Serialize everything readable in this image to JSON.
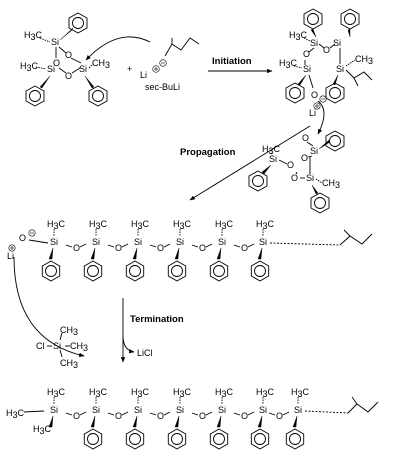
{
  "labels": {
    "initiation": "Initiation",
    "propagation": "Propagation",
    "termination": "Termination",
    "initiator": "sec-BuLi",
    "plus": "+",
    "byproduct": "LiCl"
  },
  "atoms": {
    "si": "Si",
    "o": "O",
    "li": "Li",
    "cl": "Cl",
    "c": "C",
    "h": "H",
    "h3": "3",
    "ch3": "CH",
    "three": "3"
  }
}
